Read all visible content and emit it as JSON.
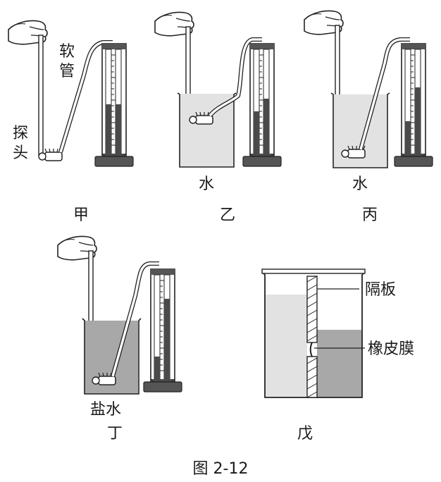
{
  "labels": {
    "hose": "软管",
    "probe": "探头",
    "water": "水",
    "salt_water": "盐水",
    "partition": "隔板",
    "rubber_membrane": "橡皮膜"
  },
  "panels": {
    "jia": "甲",
    "yi": "乙",
    "bing": "丙",
    "ding": "丁",
    "wu": "戊"
  },
  "figure_caption": "图 2-12",
  "colors": {
    "liquid_light": "#e2e2e2",
    "liquid_dark": "#a8a8a8",
    "manometer_fluid": "#4a4a4a",
    "ink": "#222222"
  }
}
